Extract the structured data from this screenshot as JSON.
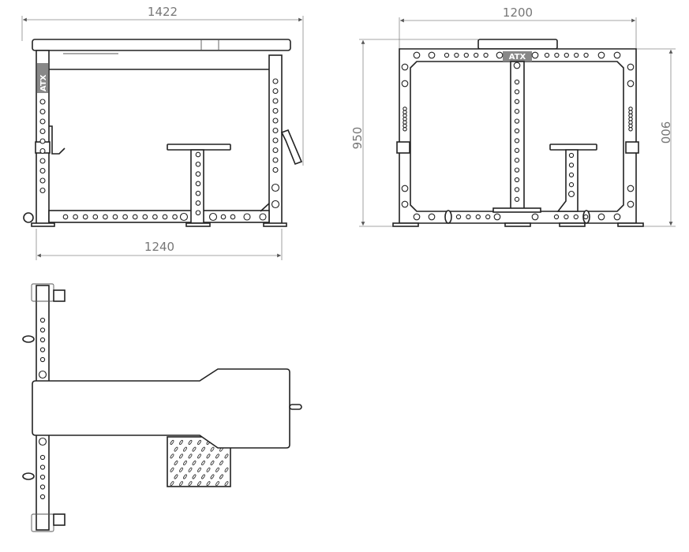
{
  "drawing": {
    "side_view": {
      "width_overall": "1422",
      "width_base": "1240"
    },
    "front_view": {
      "width": "1200",
      "height_overall": "950",
      "height_frame": "900"
    },
    "top_view": {},
    "brand_logo": "ATX",
    "line_color": "#222222",
    "dimension_color": "#888888"
  }
}
